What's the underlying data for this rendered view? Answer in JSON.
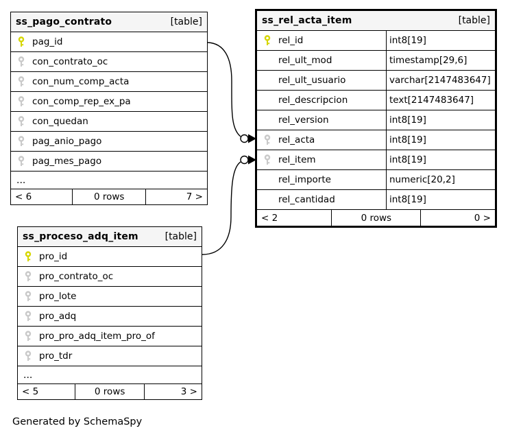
{
  "page": {
    "generated_note": "Generated by SchemaSpy"
  },
  "colors": {
    "primary_key": "#d6d600",
    "foreign_key": "#c9c9c9",
    "header_bg": "#f5f5f5",
    "border": "#000000",
    "background": "#ffffff"
  },
  "relationships": [
    {
      "from": "ss_pago_contrato.pag_id",
      "to": "ss_rel_acta_item.rel_acta"
    },
    {
      "from": "ss_proceso_adq_item.pro_id",
      "to": "ss_rel_acta_item.rel_item"
    }
  ],
  "tables": {
    "pago": {
      "title": "ss_pago_contrato",
      "badge": "[table]",
      "rows": [
        {
          "name": "pag_id",
          "key": "pk"
        },
        {
          "name": "con_contrato_oc",
          "key": "fk"
        },
        {
          "name": "con_num_comp_acta",
          "key": "fk"
        },
        {
          "name": "con_comp_rep_ex_pa",
          "key": "fk"
        },
        {
          "name": "con_quedan",
          "key": "fk"
        },
        {
          "name": "pag_anio_pago",
          "key": "fk"
        },
        {
          "name": "pag_mes_pago",
          "key": "fk"
        }
      ],
      "ellipsis": "...",
      "pager": {
        "prev": "< 6",
        "rows": "0 rows",
        "next": "7 >"
      }
    },
    "rel": {
      "title": "ss_rel_acta_item",
      "badge": "[table]",
      "rows": [
        {
          "name": "rel_id",
          "type": "int8[19]",
          "key": "pk"
        },
        {
          "name": "rel_ult_mod",
          "type": "timestamp[29,6]",
          "key": "none"
        },
        {
          "name": "rel_ult_usuario",
          "type": "varchar[2147483647]",
          "key": "none"
        },
        {
          "name": "rel_descripcion",
          "type": "text[2147483647]",
          "key": "none"
        },
        {
          "name": "rel_version",
          "type": "int8[19]",
          "key": "none"
        },
        {
          "name": "rel_acta",
          "type": "int8[19]",
          "key": "fk"
        },
        {
          "name": "rel_item",
          "type": "int8[19]",
          "key": "fk"
        },
        {
          "name": "rel_importe",
          "type": "numeric[20,2]",
          "key": "none"
        },
        {
          "name": "rel_cantidad",
          "type": "int8[19]",
          "key": "none"
        }
      ],
      "pager": {
        "prev": "< 2",
        "rows": "0 rows",
        "next": "0 >"
      }
    },
    "proceso": {
      "title": "ss_proceso_adq_item",
      "badge": "[table]",
      "rows": [
        {
          "name": "pro_id",
          "key": "pk"
        },
        {
          "name": "pro_contrato_oc",
          "key": "fk"
        },
        {
          "name": "pro_lote",
          "key": "fk"
        },
        {
          "name": "pro_adq",
          "key": "fk"
        },
        {
          "name": "pro_pro_adq_item_pro_of",
          "key": "fk"
        },
        {
          "name": "pro_tdr",
          "key": "fk"
        }
      ],
      "ellipsis": "...",
      "pager": {
        "prev": "< 5",
        "rows": "0 rows",
        "next": "3 >"
      }
    }
  }
}
